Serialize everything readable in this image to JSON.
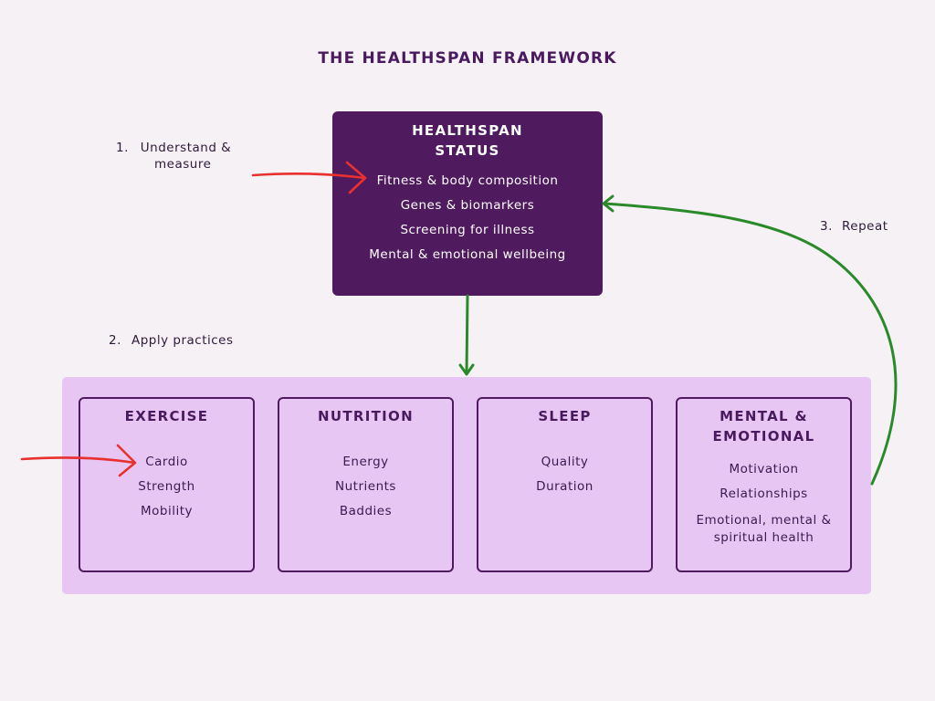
{
  "title": "THE HEALTHSPAN FRAMEWORK",
  "status_box": {
    "heading_line1": "HEALTHSPAN",
    "heading_line2": "STATUS",
    "items": [
      "Fitness & body composition",
      "Genes & biomarkers",
      "Screening for illness",
      "Mental & emotional wellbeing"
    ]
  },
  "steps": {
    "step1": {
      "number": "1.",
      "line1": "Understand &",
      "line2": "measure"
    },
    "step2": {
      "number": "2.",
      "label": "Apply practices"
    },
    "step3": {
      "number": "3.",
      "label": "Repeat"
    }
  },
  "practices": [
    {
      "heading": "EXERCISE",
      "items": [
        "Cardio",
        "Strength",
        "Mobility"
      ]
    },
    {
      "heading": "NUTRITION",
      "items": [
        "Energy",
        "Nutrients",
        "Baddies"
      ]
    },
    {
      "heading": "SLEEP",
      "items": [
        "Quality",
        "Duration"
      ]
    },
    {
      "heading_line1": "MENTAL &",
      "heading_line2": "EMOTIONAL",
      "items": [
        "Motivation",
        "Relationships",
        "Emotional, mental & spiritual health"
      ]
    }
  ],
  "colors": {
    "background": "#f6f1f5",
    "status_box": "#501a5e",
    "practices_panel": "#e8c6f4",
    "red_arrow": "#e8312f",
    "green_arrow": "#2a8a2a"
  },
  "icons": {
    "red_arrows": "hand-drawn-arrow-right-icon",
    "green_arrows": "arrow-icon"
  }
}
